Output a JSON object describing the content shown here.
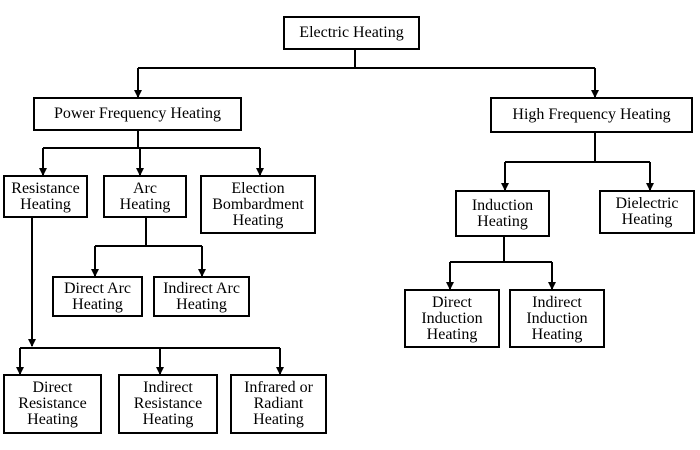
{
  "nodes": {
    "electric_heating": {
      "lines": [
        "Electric Heating"
      ]
    },
    "power_frequency_heating": {
      "lines": [
        "Power Frequency Heating"
      ]
    },
    "high_frequency_heating": {
      "lines": [
        "High Frequency Heating"
      ]
    },
    "resistance_heating": {
      "lines": [
        "Resistance",
        "Heating"
      ]
    },
    "arc_heating": {
      "lines": [
        "Arc",
        "Heating"
      ]
    },
    "election_bombardment_heating": {
      "lines": [
        "Election",
        "Bombardment",
        "Heating"
      ]
    },
    "direct_arc_heating": {
      "lines": [
        "Direct Arc",
        "Heating"
      ]
    },
    "indirect_arc_heating": {
      "lines": [
        "Indirect Arc",
        "Heating"
      ]
    },
    "direct_resistance_heating": {
      "lines": [
        "Direct",
        "Resistance",
        "Heating"
      ]
    },
    "indirect_resistance_heating": {
      "lines": [
        "Indirect",
        "Resistance",
        "Heating"
      ]
    },
    "infrared_radiant_heating": {
      "lines": [
        "Infrared or",
        "Radiant",
        "Heating"
      ]
    },
    "induction_heating": {
      "lines": [
        "Induction",
        "Heating"
      ]
    },
    "dielectric_heating": {
      "lines": [
        "Dielectric",
        "Heating"
      ]
    },
    "direct_induction_heating": {
      "lines": [
        "Direct",
        "Induction",
        "Heating"
      ]
    },
    "indirect_induction_heating": {
      "lines": [
        "Indirect",
        "Induction",
        "Heating"
      ]
    }
  }
}
